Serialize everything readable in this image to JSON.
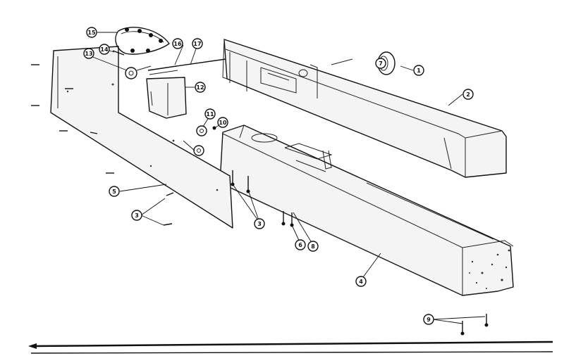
{
  "diagram": {
    "callouts": [
      {
        "id": "c1",
        "label": "1"
      },
      {
        "id": "c2",
        "label": "2"
      },
      {
        "id": "c3a",
        "label": "3"
      },
      {
        "id": "c3b",
        "label": "3"
      },
      {
        "id": "c4",
        "label": "4"
      },
      {
        "id": "c5",
        "label": "5"
      },
      {
        "id": "c6",
        "label": "6"
      },
      {
        "id": "c7",
        "label": "7"
      },
      {
        "id": "c8",
        "label": "8"
      },
      {
        "id": "c9",
        "label": "9"
      },
      {
        "id": "c10",
        "label": "10"
      },
      {
        "id": "c11",
        "label": "11"
      },
      {
        "id": "c12",
        "label": "12"
      },
      {
        "id": "c13",
        "label": "13"
      },
      {
        "id": "c14",
        "label": "14"
      },
      {
        "id": "c15",
        "label": "15"
      },
      {
        "id": "c16",
        "label": "16"
      },
      {
        "id": "c17",
        "label": "17"
      }
    ],
    "colors": {
      "ink": "#111111",
      "paper": "#ffffff",
      "box_fill": "#f4f4f4"
    }
  }
}
